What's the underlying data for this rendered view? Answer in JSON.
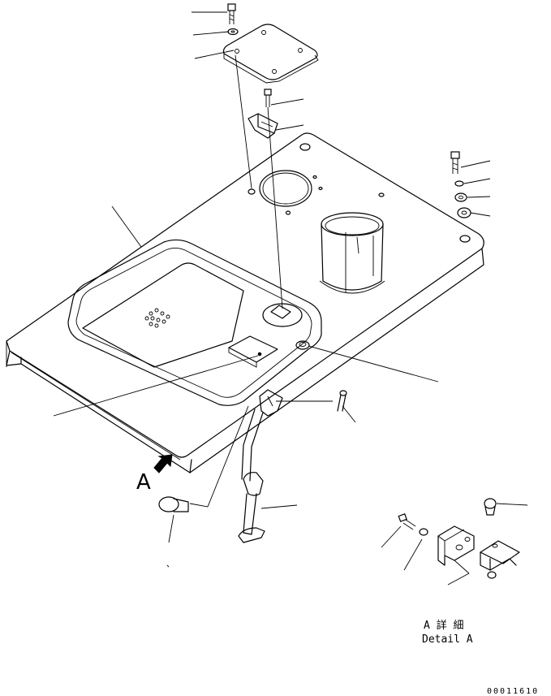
{
  "view_label": "A",
  "detail": {
    "title_jp": "A 詳 細",
    "title_en": "Detail A"
  },
  "drawing_code": "00011610"
}
